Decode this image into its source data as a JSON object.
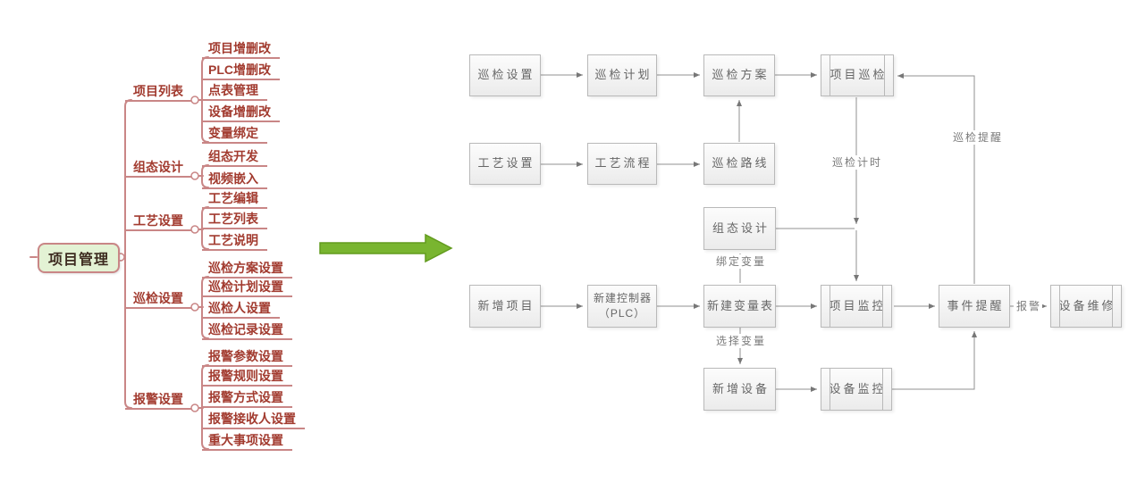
{
  "mindmap": {
    "root": "项目管理",
    "branches": [
      {
        "label": "项目列表",
        "children": [
          "项目增删改",
          "PLC增删改",
          "点表管理",
          "设备增删改",
          "变量绑定"
        ]
      },
      {
        "label": "组态设计",
        "children": [
          "组态开发",
          "视频嵌入"
        ]
      },
      {
        "label": "工艺设置",
        "children": [
          "工艺编辑",
          "工艺列表",
          "工艺说明"
        ]
      },
      {
        "label": "巡检设置",
        "children": [
          "巡检方案设置",
          "巡检计划设置",
          "巡检人设置",
          "巡检记录设置"
        ]
      },
      {
        "label": "报警设置",
        "children": [
          "报警参数设置",
          "报警规则设置",
          "报警方式设置",
          "报警接收人设置",
          "重大事项设置"
        ]
      }
    ]
  },
  "flowchart": {
    "nodes": {
      "inspect_settings": "巡检设置",
      "inspect_plan": "巡检计划",
      "inspect_scheme": "巡检方案",
      "project_inspect": "项目巡检",
      "process_settings": "工艺设置",
      "process_flow": "工艺流程",
      "inspect_route": "巡检路线",
      "config_design": "组态设计",
      "new_project": "新增项目",
      "new_controller": "新建控制器\n（PLC）",
      "new_var_table": "新建变量表",
      "project_monitor": "项目监控",
      "event_remind": "事件提醒",
      "device_repair": "设备维修",
      "new_device": "新增设备",
      "device_monitor": "设备监控"
    },
    "edge_labels": {
      "inspect_timing": "巡检计时",
      "inspect_remind": "巡检提醒",
      "bind_var": "绑定变量",
      "select_var": "选择变量",
      "alarm": "报警"
    }
  },
  "colors": {
    "mindmap_line": "#c98686",
    "mindmap_text": "#a23b2f",
    "root_fill": "#e3f2d4",
    "flow_line": "#909090",
    "flow_box_border": "#b9b9b9",
    "flow_text": "#666666",
    "green_arrow": "#79b530"
  }
}
